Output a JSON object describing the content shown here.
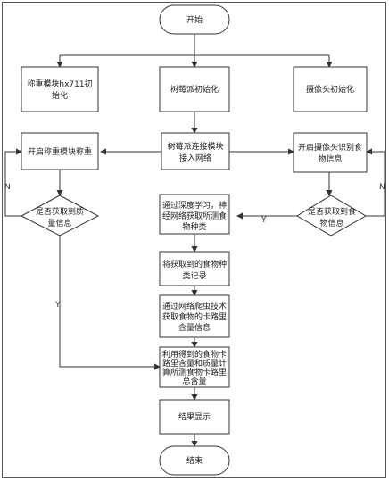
{
  "nodes": {
    "start": "开始",
    "weight_init": [
      "称重模块hx711初",
      "始化"
    ],
    "pi_init": "树莓派初始化",
    "cam_init": "摄像头初始化",
    "weight_on": "开启称重模块称重",
    "pi_net": [
      "树莓派连接模块",
      "接入网络"
    ],
    "cam_on": [
      "开启摄像头识别食",
      "物信息"
    ],
    "weight_check": [
      "是否获取到质",
      "量信息"
    ],
    "dl": [
      "通过深度学习，神",
      "经网络获取所测食",
      "物种类"
    ],
    "cam_check": [
      "是否获取到食",
      "物信息"
    ],
    "record": [
      "将获取到的食物种",
      "类记录"
    ],
    "crawl": [
      "通过网络爬虫技术",
      "获取食物的卡路里",
      "含量信息"
    ],
    "calc": [
      "利用得到的食物卡",
      "路里含量和质量计",
      "算所测食物卡路里",
      "总含量"
    ],
    "show": "结果显示",
    "end": "结束"
  },
  "labels": {
    "n": "N",
    "y": "Y"
  }
}
